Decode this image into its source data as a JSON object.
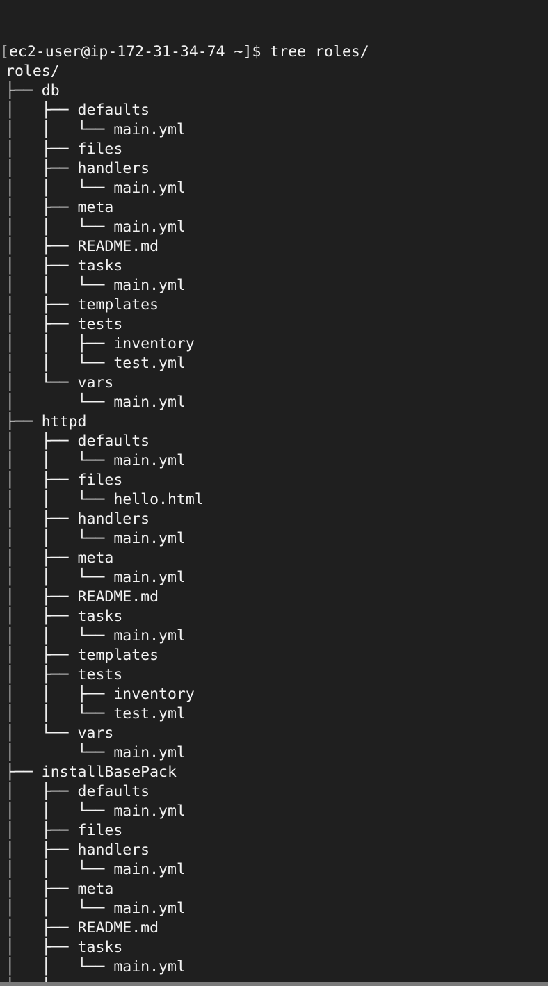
{
  "terminal": {
    "background_color": "#1f1f1f",
    "text_color": "#f2f2f2",
    "prompt_mark": "[",
    "prompt": "[ec2-user@ip-172-31-34-74 ~]$ tree roles/",
    "output": [
      "roles/",
      "├── db",
      "│   ├── defaults",
      "│   │   └── main.yml",
      "│   ├── files",
      "│   ├── handlers",
      "│   │   └── main.yml",
      "│   ├── meta",
      "│   │   └── main.yml",
      "│   ├── README.md",
      "│   ├── tasks",
      "│   │   └── main.yml",
      "│   ├── templates",
      "│   ├── tests",
      "│   │   ├── inventory",
      "│   │   └── test.yml",
      "│   └── vars",
      "│       └── main.yml",
      "├── httpd",
      "│   ├── defaults",
      "│   │   └── main.yml",
      "│   ├── files",
      "│   │   └── hello.html",
      "│   ├── handlers",
      "│   │   └── main.yml",
      "│   ├── meta",
      "│   │   └── main.yml",
      "│   ├── README.md",
      "│   ├── tasks",
      "│   │   └── main.yml",
      "│   ├── templates",
      "│   ├── tests",
      "│   │   ├── inventory",
      "│   │   └── test.yml",
      "│   └── vars",
      "│       └── main.yml",
      "├── installBasePack",
      "│   ├── defaults",
      "│   │   └── main.yml",
      "│   ├── files",
      "│   ├── handlers",
      "│   │   └── main.yml",
      "│   ├── meta",
      "│   │   └── main.yml",
      "│   ├── README.md",
      "│   ├── tasks",
      "│   │   └── main.yml",
      "│   │"
    ]
  }
}
